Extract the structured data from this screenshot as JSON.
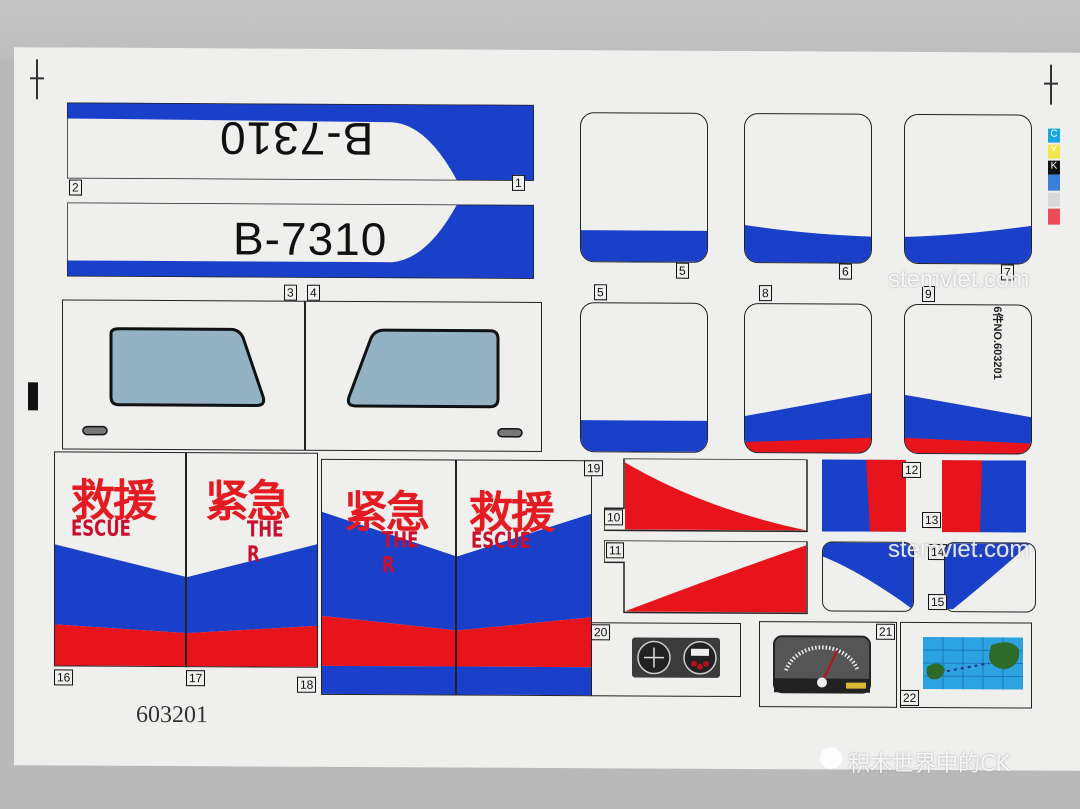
{
  "sheet": {
    "code": "603201",
    "side_label": "6件NO.603201",
    "plate_upper": "B-7310",
    "plate_lower": "B-7310",
    "colors": {
      "blue": "#1a3fc8",
      "red": "#e8141b",
      "white": "#efefed",
      "window": "#93b3c4"
    },
    "cmyk_swatches": [
      "C",
      "Y",
      "K",
      "",
      "",
      ""
    ],
    "stickers": [
      {
        "id": "1",
        "label": "1"
      },
      {
        "id": "2",
        "label": "2"
      },
      {
        "id": "3",
        "label": "3"
      },
      {
        "id": "4",
        "label": "4"
      },
      {
        "id": "5a",
        "label": "5"
      },
      {
        "id": "5b",
        "label": "5"
      },
      {
        "id": "6",
        "label": "6"
      },
      {
        "id": "7",
        "label": "7"
      },
      {
        "id": "8",
        "label": "8"
      },
      {
        "id": "9",
        "label": "9"
      },
      {
        "id": "10",
        "label": "10"
      },
      {
        "id": "11",
        "label": "11"
      },
      {
        "id": "12",
        "label": "12"
      },
      {
        "id": "13",
        "label": "13"
      },
      {
        "id": "14",
        "label": "14"
      },
      {
        "id": "15",
        "label": "15"
      },
      {
        "id": "16",
        "label": "16"
      },
      {
        "id": "17",
        "label": "17"
      },
      {
        "id": "18",
        "label": "18"
      },
      {
        "id": "19",
        "label": "19"
      },
      {
        "id": "20",
        "label": "20"
      },
      {
        "id": "21",
        "label": "21"
      },
      {
        "id": "22",
        "label": "22"
      }
    ],
    "panels": [
      {
        "cjk": "救援",
        "en": "ESCUE"
      },
      {
        "cjk": "紧急",
        "en": "THE R"
      },
      {
        "cjk": "紧急",
        "en": "THE R"
      },
      {
        "cjk": "救援",
        "en": "ESCUE"
      }
    ]
  },
  "watermarks": {
    "site1": "stemviet.com",
    "site2": "stemviet.com",
    "credit": "积木世界中的CK"
  }
}
